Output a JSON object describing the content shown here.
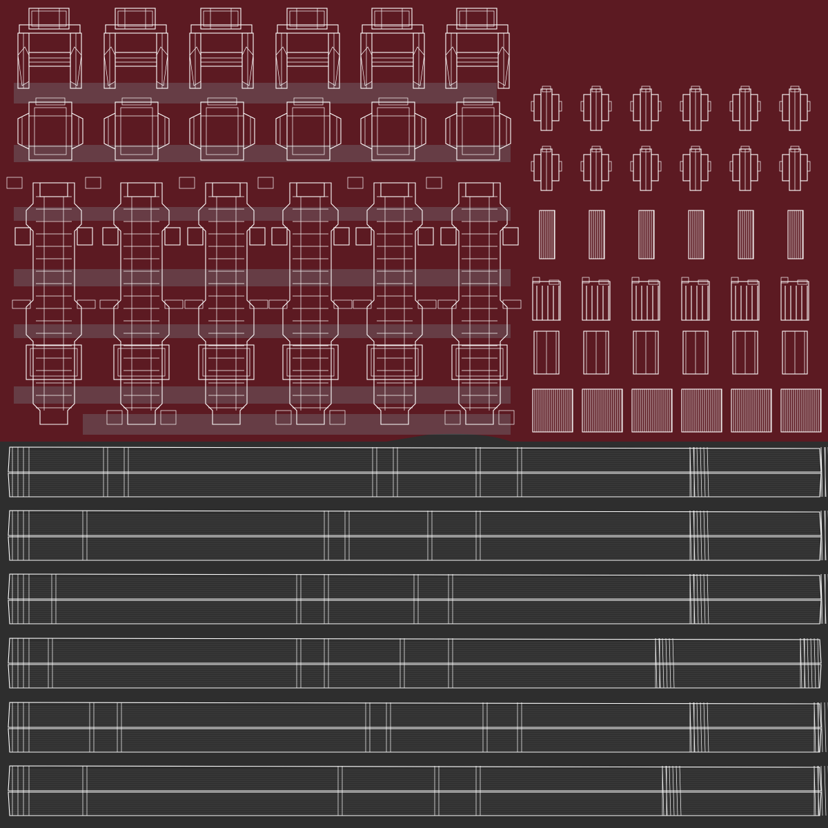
{
  "texture": {
    "colors": {
      "upper_background": "#5c1a22",
      "lower_background": "#2e2e2e",
      "wire": "#ffffff",
      "shadow_tint": "#7a7f86"
    },
    "shell_row_1": {
      "count": 6
    },
    "shell_row_2": {
      "count": 6
    },
    "spine_row": {
      "count": 6
    },
    "small_pieces": {
      "rows": [
        {
          "kind": "bracket",
          "count": 6
        },
        {
          "kind": "bracket",
          "count": 6
        },
        {
          "kind": "slat-strip",
          "count": 6
        },
        {
          "kind": "comb",
          "count": 6
        },
        {
          "kind": "panel",
          "count": 6
        },
        {
          "kind": "grille",
          "count": 6
        }
      ]
    },
    "belts": {
      "count": 6
    }
  }
}
